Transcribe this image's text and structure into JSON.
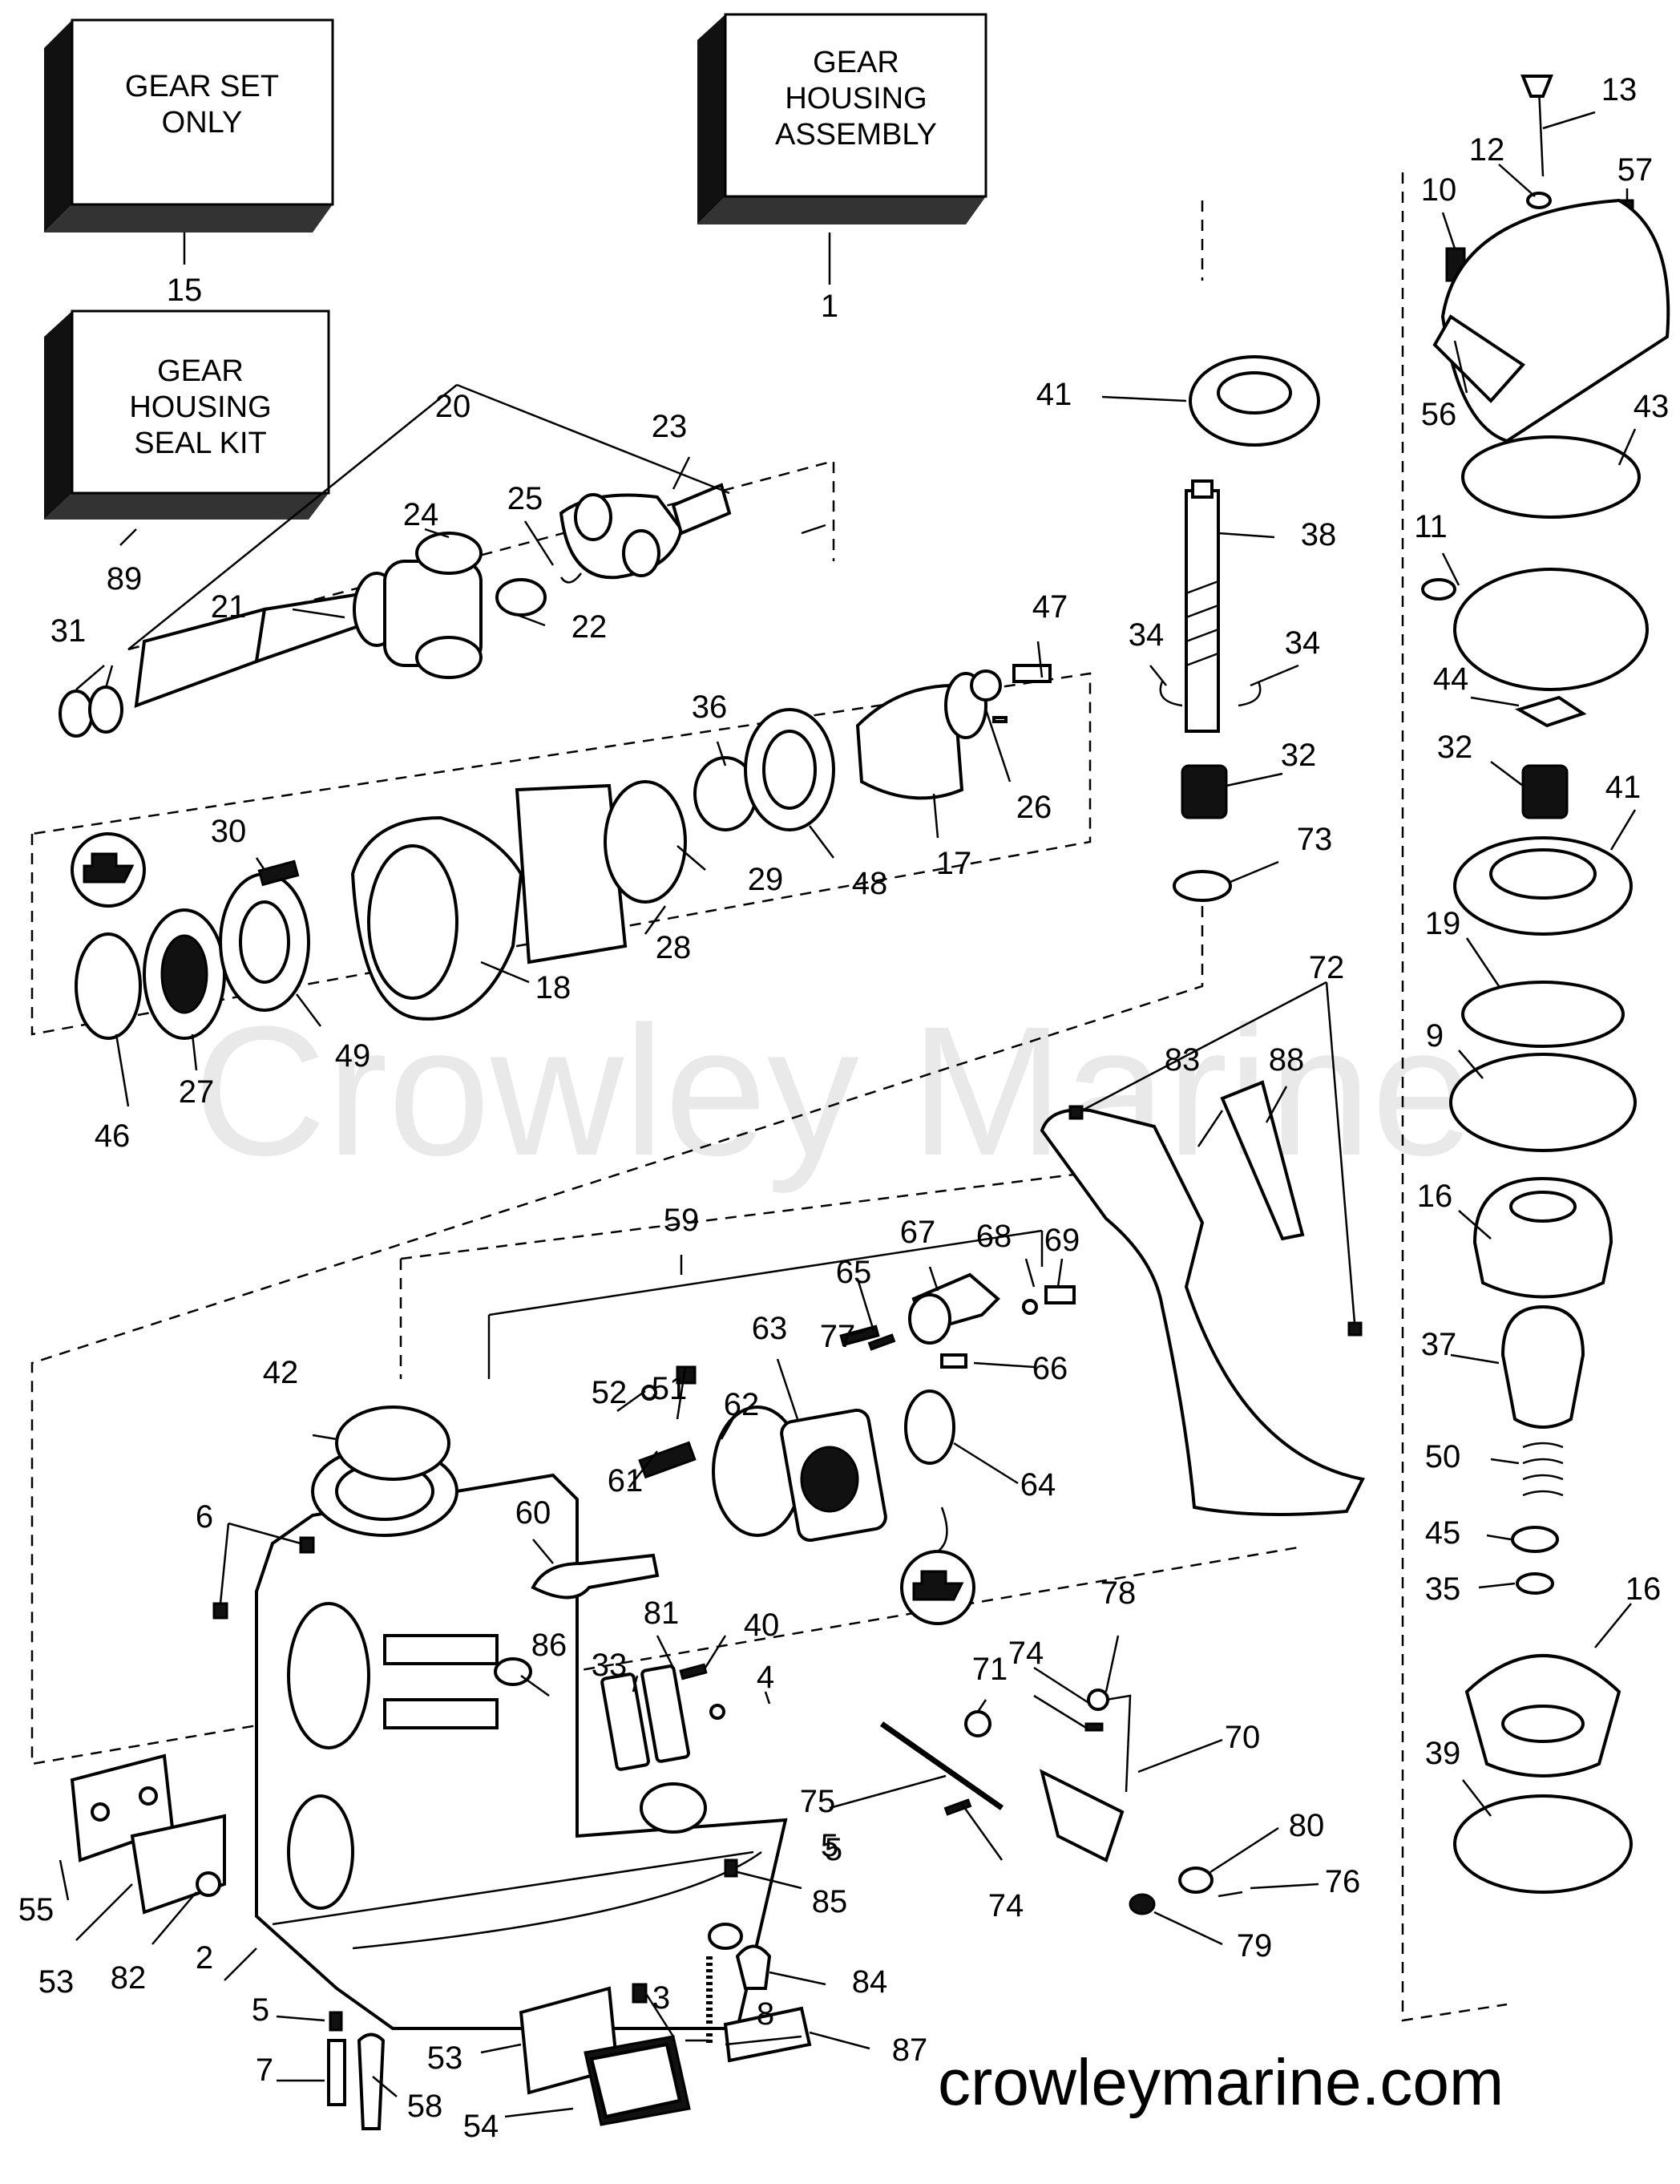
{
  "boxes": [
    {
      "id": "box-15",
      "lines": [
        "GEAR SET",
        "ONLY"
      ]
    },
    {
      "id": "box-1",
      "lines": [
        "GEAR",
        "HOUSING",
        "ASSEMBLY"
      ]
    },
    {
      "id": "box-89",
      "lines": [
        "GEAR",
        "HOUSING",
        "SEAL KIT"
      ]
    }
  ],
  "callouts": [
    "1",
    "2",
    "3",
    "4",
    "5",
    "5",
    "5",
    "6",
    "7",
    "8",
    "9",
    "10",
    "11",
    "12",
    "13",
    "15",
    "16",
    "16",
    "17",
    "18",
    "19",
    "20",
    "21",
    "22",
    "23",
    "24",
    "25",
    "26",
    "27",
    "28",
    "29",
    "30",
    "31",
    "32",
    "32",
    "33",
    "34",
    "34",
    "35",
    "36",
    "37",
    "38",
    "39",
    "40",
    "41",
    "41",
    "42",
    "43",
    "44",
    "45",
    "46",
    "47",
    "48",
    "49",
    "50",
    "51",
    "52",
    "53",
    "53",
    "54",
    "55",
    "56",
    "57",
    "58",
    "59",
    "60",
    "61",
    "62",
    "63",
    "64",
    "65",
    "66",
    "67",
    "68",
    "69",
    "70",
    "71",
    "72",
    "73",
    "74",
    "74",
    "75",
    "76",
    "77",
    "78",
    "79",
    "80",
    "81",
    "82",
    "83",
    "84",
    "85",
    "86",
    "87",
    "88",
    "89"
  ],
  "watermark": "Crowley Marine",
  "footer_url": "crowleymarine.com"
}
